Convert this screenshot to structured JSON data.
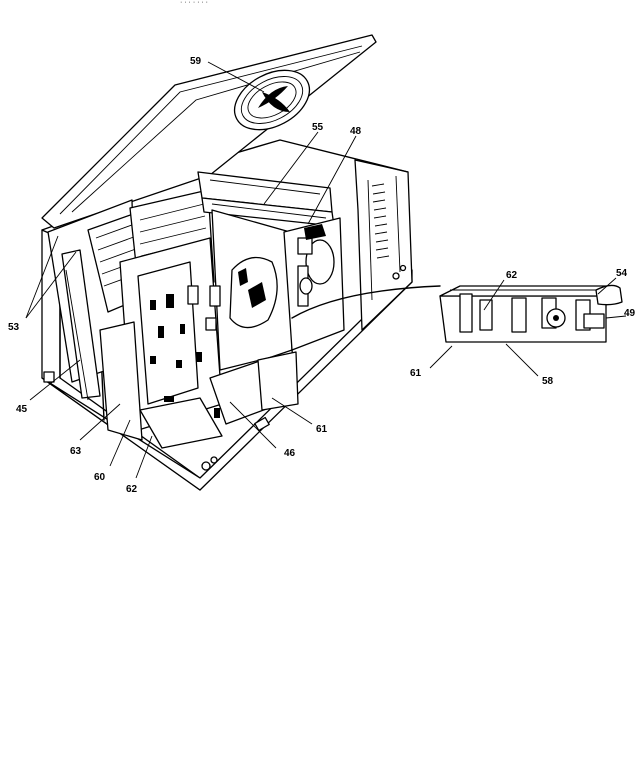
{
  "header_text": "·   ·   ·   ·   ·   ·   ·",
  "callouts": [
    {
      "id": "c59",
      "label": "59"
    },
    {
      "id": "c55",
      "label": "55"
    },
    {
      "id": "c48a",
      "label": "48"
    },
    {
      "id": "c53",
      "label": "53"
    },
    {
      "id": "c45",
      "label": "45"
    },
    {
      "id": "c63",
      "label": "63"
    },
    {
      "id": "c60",
      "label": "60"
    },
    {
      "id": "c62a",
      "label": "62"
    },
    {
      "id": "c46",
      "label": "46"
    },
    {
      "id": "c61a",
      "label": "61"
    },
    {
      "id": "c62b",
      "label": "62"
    },
    {
      "id": "c54",
      "label": "54"
    },
    {
      "id": "c49",
      "label": "49"
    },
    {
      "id": "c61b",
      "label": "61"
    },
    {
      "id": "c58",
      "label": "58"
    }
  ],
  "colors": {
    "ink": "#000000",
    "paper": "#ffffff"
  }
}
